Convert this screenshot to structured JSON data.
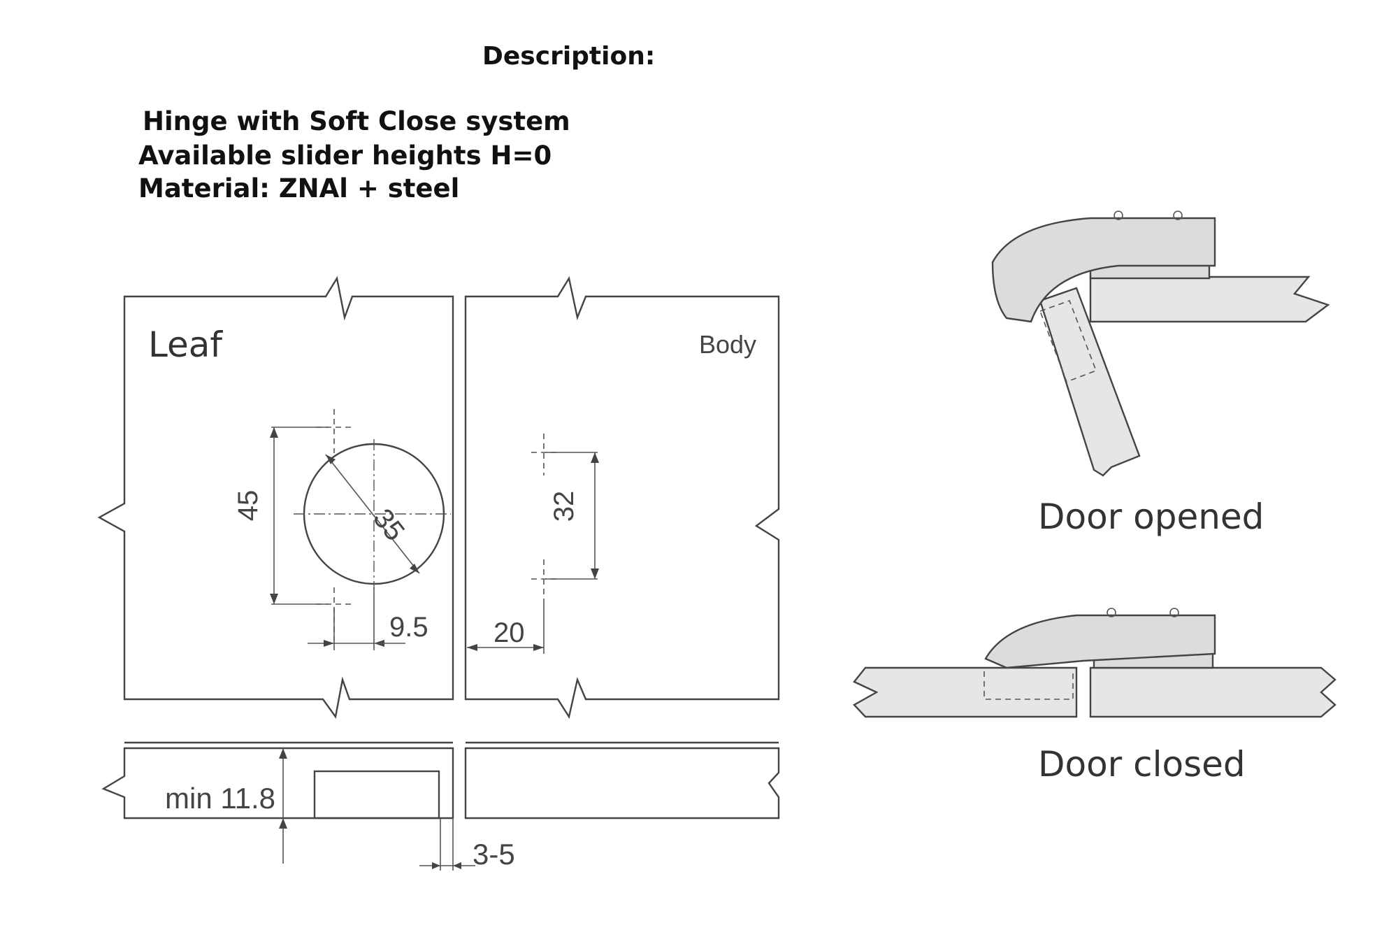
{
  "description": {
    "title": "Description:",
    "lines": [
      "Hinge with Soft Close system",
      "Available slider heights H=0",
      "Material: ZNAl + steel"
    ]
  },
  "drawing": {
    "leaf_label": "Leaf",
    "body_label": "Body",
    "dim_45": "45",
    "dim_35": "35",
    "dim_32": "32",
    "dim_9_5": "9.5",
    "dim_20": "20",
    "dim_min": "min 11.8",
    "dim_gap": "3-5"
  },
  "views": {
    "open_caption": "Door opened",
    "closed_caption": "Door closed"
  }
}
